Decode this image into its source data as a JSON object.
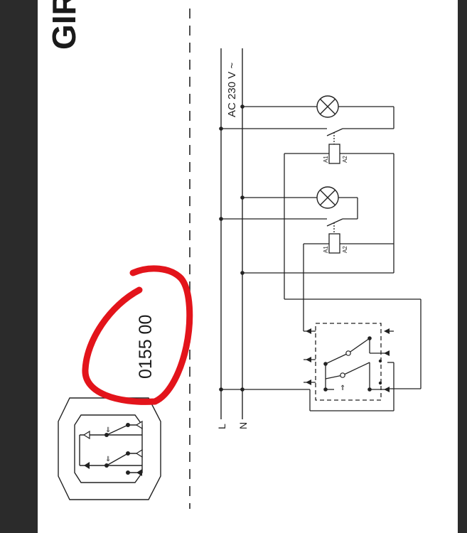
{
  "document": {
    "brand": "GIR",
    "supply_label": "AC 230 V ~",
    "conductor_l": "L",
    "conductor_n": "N",
    "relay_pin_a1": "A1",
    "relay_pin_a2": "A2",
    "article_number": "0155 00"
  },
  "icons": [
    "lamp-icon",
    "relay-coil-icon",
    "switch-contact-icon",
    "push-button-insert-icon"
  ],
  "colors": {
    "annotation": "#e3141b",
    "ink": "#222222",
    "frame": "#2b2b2b"
  }
}
